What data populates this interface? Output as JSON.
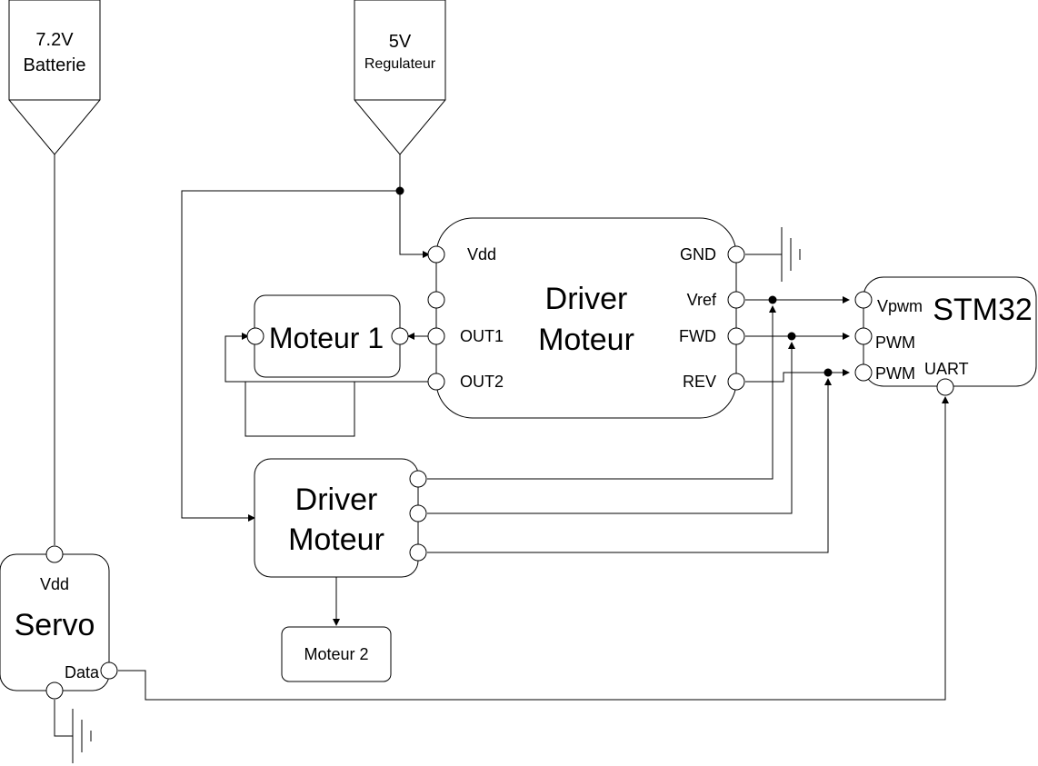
{
  "sources": {
    "battery": {
      "line1": "7.2V",
      "line2": "Batterie"
    },
    "regulator": {
      "line1": "5V",
      "line2": "Regulateur"
    }
  },
  "driver1": {
    "title_line1": "Driver",
    "title_line2": "Moteur",
    "pins": {
      "vdd": "Vdd",
      "out1": "OUT1",
      "out2": "OUT2",
      "gnd": "GND",
      "vref": "Vref",
      "fwd": "FWD",
      "rev": "REV"
    }
  },
  "motor1": {
    "label": "Moteur 1"
  },
  "stm32": {
    "title": "STM32",
    "pins": {
      "vpwm": "Vpwm",
      "pwm1": "PWM",
      "pwm2": "PWM",
      "uart": "UART"
    }
  },
  "driver2": {
    "title_line1": "Driver",
    "title_line2": "Moteur"
  },
  "motor2": {
    "label": "Moteur 2"
  },
  "servo": {
    "title": "Servo",
    "pins": {
      "vdd": "Vdd",
      "data": "Data"
    }
  }
}
